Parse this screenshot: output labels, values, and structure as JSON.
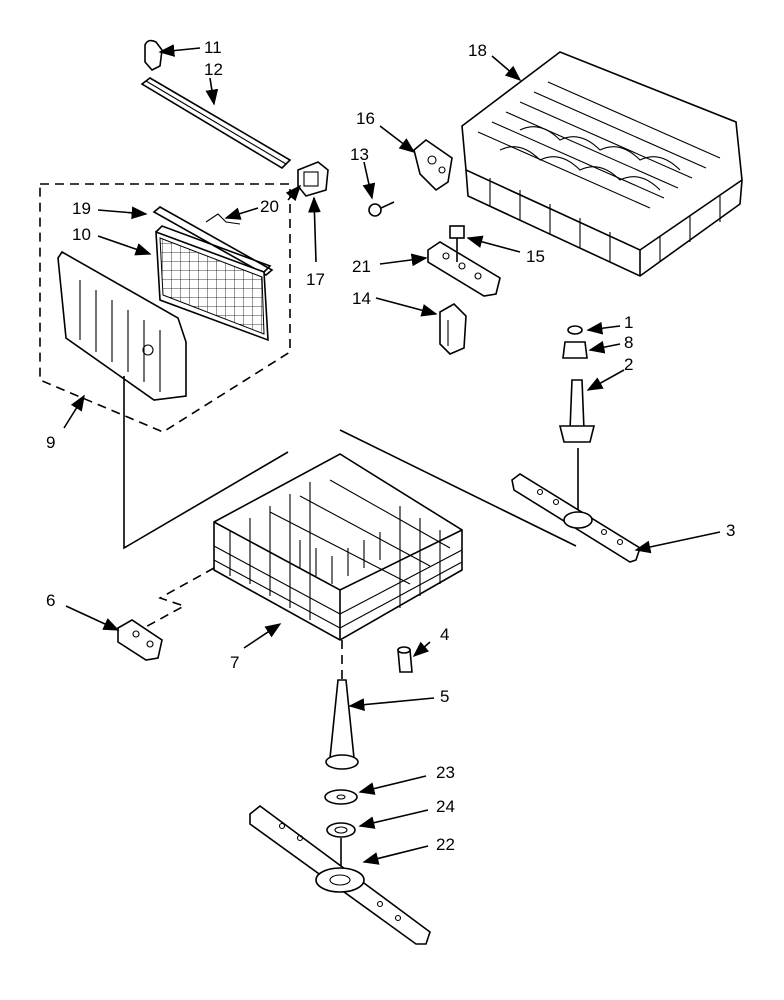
{
  "header_text": "",
  "callouts": {
    "c1": "1",
    "c2": "2",
    "c3": "3",
    "c4": "4",
    "c5": "5",
    "c6": "6",
    "c7": "7",
    "c8": "8",
    "c9": "9",
    "c10": "10",
    "c11": "11",
    "c12": "12",
    "c13": "13",
    "c14": "14",
    "c15": "15",
    "c16": "16",
    "c17": "17",
    "c18": "18",
    "c19": "19",
    "c20": "20",
    "c21": "21",
    "c22": "22",
    "c23": "23",
    "c24": "24"
  },
  "colors": {
    "line": "#000000",
    "background": "#ffffff"
  }
}
